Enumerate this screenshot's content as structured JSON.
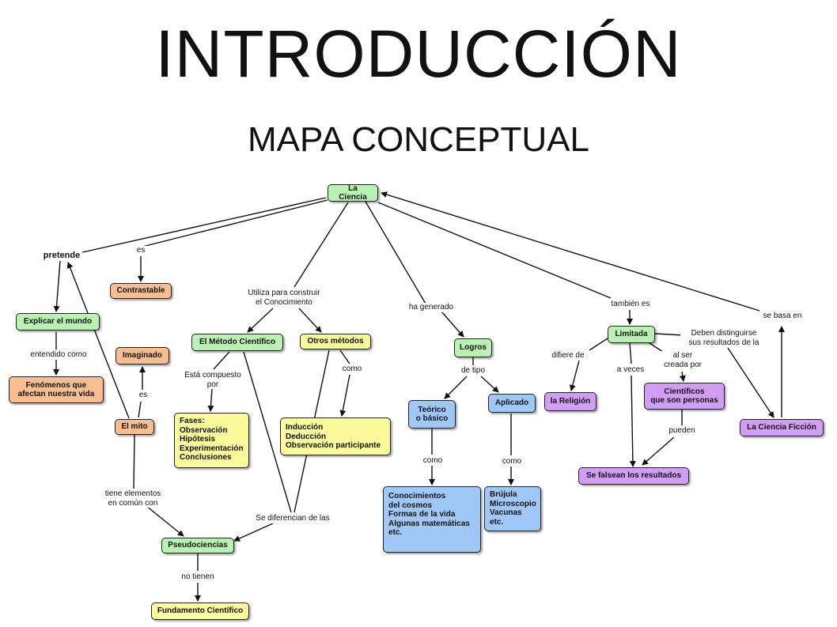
{
  "header": {
    "title": "INTRODUCCIÓN",
    "subtitle": "MAPA CONCEPTUAL"
  },
  "nodes": {
    "la_ciencia": "La Ciencia",
    "contrastable": "Contrastable",
    "explicar": "Explicar el mundo",
    "fenomenos": "Fenómenos que\nafectan nuestra vida",
    "imaginado": "Imaginado",
    "el_mito": "El mito",
    "metodo_cientifico": "El Método Científico",
    "otros_metodos": "Otros métodos",
    "fases": "Fases:\nObservación\nHipótesis\nExperimentación\nConclusiones",
    "induccion": "Inducción\nDeducción\nObservación participante",
    "pseudociencias": "Pseudociencias",
    "fundamento": "Fundamento Científico",
    "logros": "Logros",
    "teorico": "Teórico\no básico",
    "aplicado": "Aplicado",
    "conocimientos": "Conocimientos\ndel cosmos\nFormas de la vida\nAlgunas matemáticas\netc.",
    "brujula": "Brújula\nMicroscopio\nVacunas\netc.",
    "limitada": "Limitada",
    "religion": "la Religión",
    "cientificos": "Científicos\nque son personas",
    "se_falsean": "Se falsean los resultados",
    "ciencia_ficcion": "La Ciencia Ficción"
  },
  "links": {
    "pretende": "pretende",
    "es1": "es",
    "utiliza": "Utiliza para construir\nel Conocimiento",
    "ha_generado": "ha generado",
    "tambien_es": "también es",
    "se_basa_en": "se basa en",
    "entendido": "entendido como",
    "es2": "es",
    "esta_compuesto": "Está compuesto\npor",
    "como1": "como",
    "tiene_elementos": "tiene elementos\nen común con",
    "se_diferencian": "Se diferencian de las",
    "no_tienen": "no tienen",
    "de_tipo": "de tipo",
    "como2": "como",
    "como3": "como",
    "difiere_de": "difiere de",
    "a_veces": "a veces",
    "al_ser": "al ser\ncreada por",
    "pueden": "pueden",
    "deben_distinguirse": "Deben distinguirse\nsus resultados de la"
  },
  "colors": {
    "green": "#b9f2b2",
    "orange": "#f9be8f",
    "yellow": "#fbfa9a",
    "blue": "#9fc8f7",
    "purple": "#d29df5"
  }
}
